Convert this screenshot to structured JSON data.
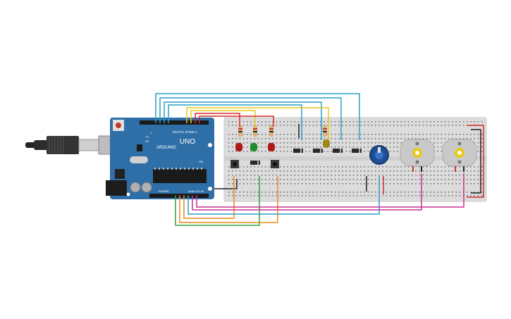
{
  "board": {
    "brand": "ARDUINO",
    "model": "UNO",
    "digital_label": "DIGITAL (PWM~)",
    "power_label": "POWER",
    "analog_label": "ANALOG IN",
    "tx_label": "TX",
    "rx_label": "RX",
    "l_label": "L",
    "on_label": "ON"
  },
  "colors": {
    "board": "#2f6fa8",
    "breadboard": "#dcdcdc",
    "wire_red": "#d62828",
    "wire_green": "#2ea043",
    "wire_blue": "#2a9fc9",
    "wire_yellow": "#e8c81a",
    "wire_orange": "#e88a1a",
    "wire_magenta": "#c9308f",
    "wire_black": "#222222"
  }
}
